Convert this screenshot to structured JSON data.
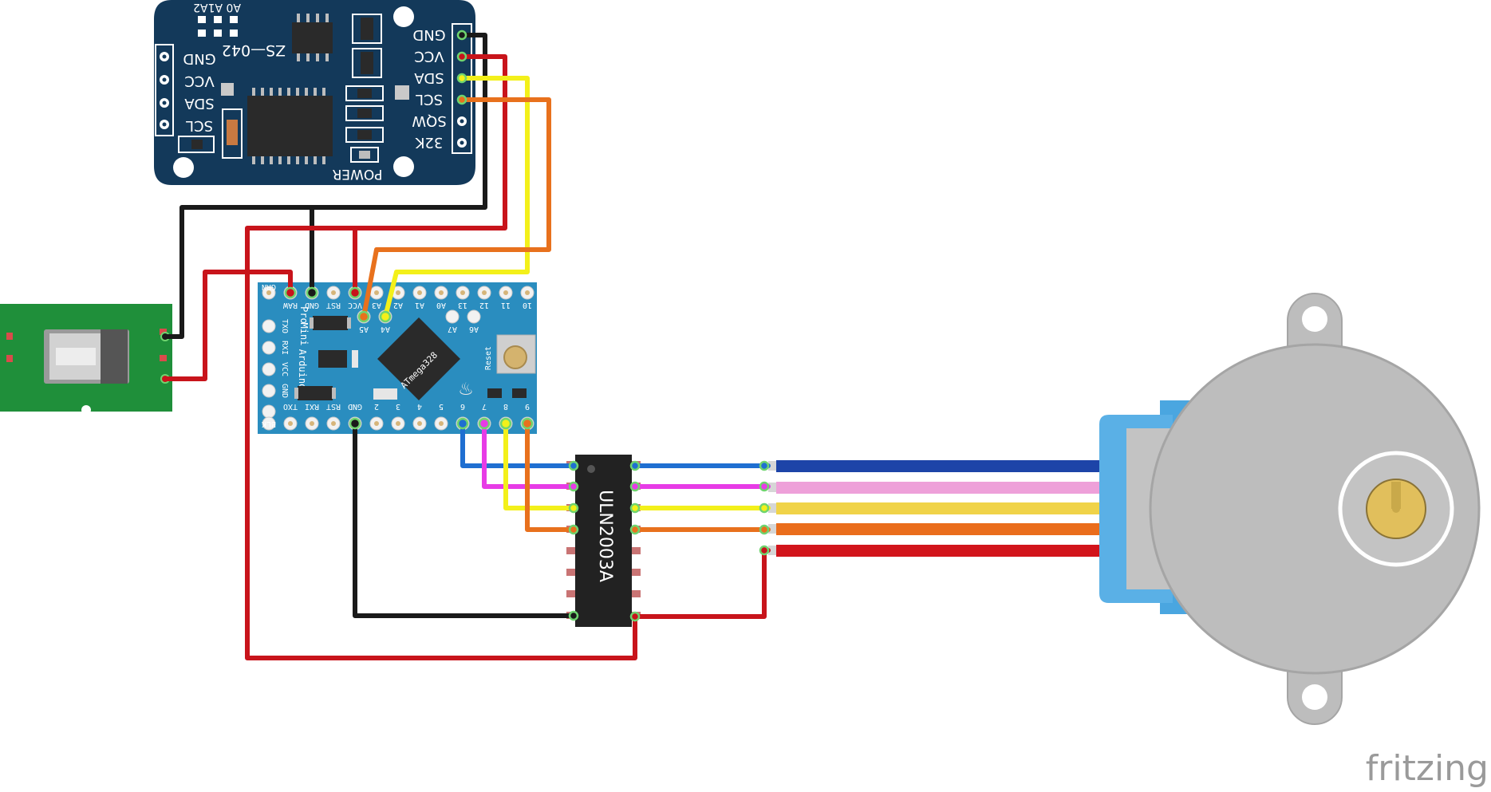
{
  "colors": {
    "rtc_board": "#13395a",
    "pro_mini_board": "#2a8dbf",
    "usb_board": "#1f8f3a",
    "motor_body": "#bdbdbd",
    "motor_connector": "#5aaee0",
    "ic_body": "#222222",
    "wire_black": "#1a1a1a",
    "wire_red": "#c8141b",
    "wire_yellow": "#f3f01a",
    "wire_orange": "#e8711d",
    "wire_blue": "#1f6fd1",
    "wire_magenta": "#e73be6"
  },
  "rtc": {
    "model": "ZS—042",
    "addr_labels": "A0 A1A2",
    "right_pins": [
      "GND",
      "VCC",
      "SDA",
      "SCL",
      "SQW",
      "32K"
    ],
    "left_pins": [
      "GND",
      "VCC",
      "SDA",
      "SCL"
    ],
    "power_label": "POWER"
  },
  "pro_mini": {
    "top_pins": [
      "GRN",
      "RAW",
      "GND",
      "RST",
      "VCC",
      "A3",
      "A2",
      "A1",
      "A0",
      "13",
      "12",
      "11",
      "10"
    ],
    "inner_pins": [
      "A5",
      "A4",
      "A7",
      "A6"
    ],
    "left_pins": [
      "TXO",
      "RXI",
      "VCC",
      "GND"
    ],
    "bottom_pins": [
      "BLK",
      "TXO",
      "RXI",
      "RST",
      "GND",
      "2",
      "3",
      "4",
      "5",
      "6",
      "7",
      "8",
      "9"
    ],
    "chip_label": "ATmega328",
    "reset_label": "Reset",
    "board_title": [
      "Arduino",
      "Mini",
      "Pro"
    ]
  },
  "driver_ic": {
    "label": "ULN2003A"
  },
  "watermark": "fritzing"
}
